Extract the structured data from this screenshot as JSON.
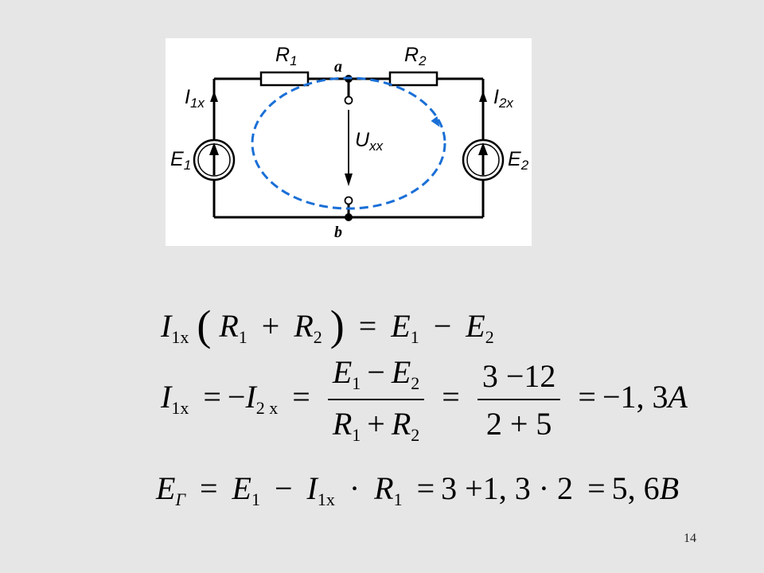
{
  "diagram": {
    "resistor_1": "R",
    "resistor_1_sub": "1",
    "resistor_2": "R",
    "resistor_2_sub": "2",
    "node_a": "a",
    "node_b": "b",
    "current_1": "I",
    "current_1_sub": "1x",
    "current_2": "I",
    "current_2_sub": "2x",
    "source_1": "E",
    "source_1_sub": "1",
    "source_2": "E",
    "source_2_sub": "2",
    "voltage": "U",
    "voltage_sub": "xx",
    "colors": {
      "loop": "#1a6fd6",
      "wire": "#000000",
      "panel": "#ffffff",
      "background": "#e6e6e6"
    }
  },
  "equations": {
    "eq1": {
      "I": "I",
      "I_sub": "1x",
      "R1": "R",
      "R1_sub": "1",
      "plus": "+",
      "R2": "R",
      "R2_sub": "2",
      "eq": "=",
      "E1": "E",
      "E1_sub": "1",
      "minus": "−",
      "E2": "E",
      "E2_sub": "2"
    },
    "eq2": {
      "I1": "I",
      "I1_sub": "1x",
      "eq1": "=",
      "neg": "−",
      "I2": "I",
      "I2_sub": "2 x",
      "eq2": "=",
      "frac1_num_E1": "E",
      "frac1_num_E1_sub": "1",
      "frac1_num_minus": "−",
      "frac1_num_E2": "E",
      "frac1_num_E2_sub": "2",
      "frac1_den_R1": "R",
      "frac1_den_R1_sub": "1",
      "frac1_den_plus": "+",
      "frac1_den_R2": "R",
      "frac1_den_R2_sub": "2",
      "eq3": "=",
      "frac2_num": "3 −12",
      "frac2_den": "2 + 5",
      "eq4": "=",
      "result": "−1, 3",
      "unit": "A"
    },
    "eq3": {
      "E": "E",
      "E_sub": "Г",
      "eq1": "=",
      "E1": "E",
      "E1_sub": "1",
      "minus": "−",
      "I": "I",
      "I_sub": "1x",
      "dot": "·",
      "R": "R",
      "R_sub": "1",
      "eq2": "=",
      "expr": "3 +1, 3 · 2",
      "eq3": "=",
      "result": "5, 6",
      "unit": "B"
    }
  },
  "page_number": "14"
}
